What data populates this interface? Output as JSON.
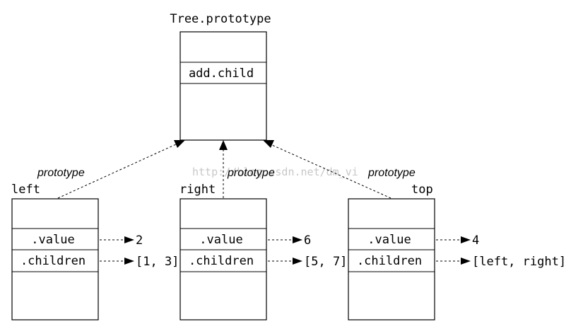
{
  "watermark": "http://blog.csdn.net/dm_vi",
  "prototype_object": {
    "title": "Tree.prototype",
    "slot": "add.child"
  },
  "link_label": "prototype",
  "instances": [
    {
      "id": "left",
      "name": "left",
      "value_slot": ".value",
      "value": "2",
      "children_slot": ".children",
      "children": "[1, 3]"
    },
    {
      "id": "right",
      "name": "right",
      "value_slot": ".value",
      "value": "6",
      "children_slot": ".children",
      "children": "[5, 7]"
    },
    {
      "id": "top",
      "name": "top",
      "value_slot": ".value",
      "value": "4",
      "children_slot": ".children",
      "children": "[left, right]"
    }
  ]
}
